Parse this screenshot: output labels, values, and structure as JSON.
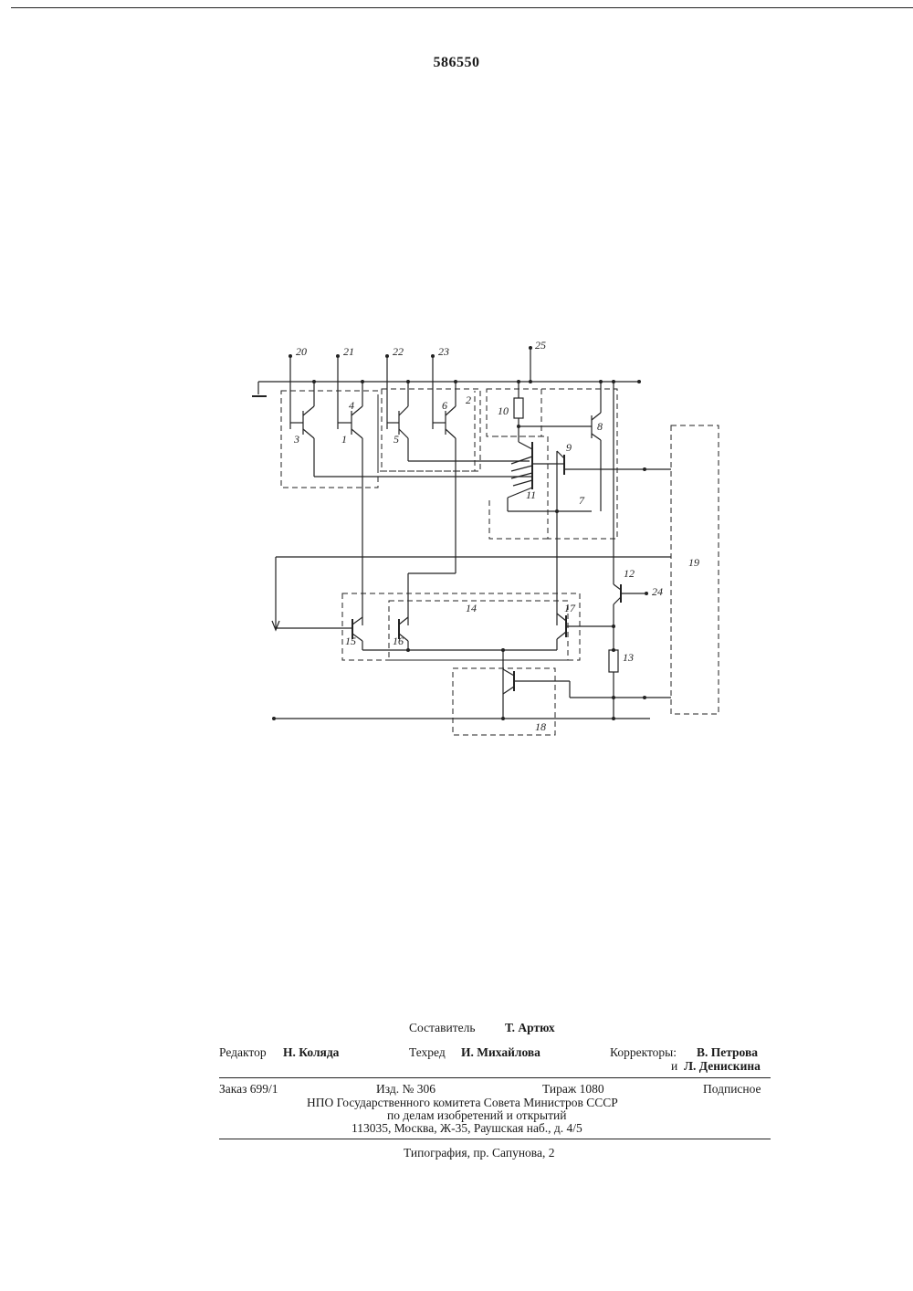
{
  "patent_number": "586550",
  "diagram": {
    "labels": [
      "20",
      "21",
      "22",
      "23",
      "25",
      "2",
      "10",
      "3",
      "1",
      "4",
      "5",
      "6",
      "8",
      "9",
      "11",
      "7",
      "19",
      "12",
      "24",
      "14",
      "15",
      "16",
      "17",
      "13",
      "18"
    ]
  },
  "colophon": {
    "compiler_label": "Составитель",
    "compiler_name": "Т. Артюх",
    "editor_label": "Редактор",
    "editor_name": "Н. Коляда",
    "techred_label": "Техред",
    "techred_name": "И. Михайлова",
    "correctors_label": "Корректоры:",
    "corrector_1": "В. Петрова",
    "corrector_2_prefix": "и",
    "corrector_2": "Л. Денискина",
    "order": "Заказ 699/1",
    "edition": "Изд. № 306",
    "circulation": "Тираж 1080",
    "subscription": "Подписное",
    "publisher_line_1": "НПО Государственного комитета Совета Министров СССР",
    "publisher_line_2": "по делам изобретений и открытий",
    "publisher_line_3": "113035, Москва, Ж-35, Раушская наб., д. 4/5",
    "printer": "Типография, пр. Сапунова, 2"
  }
}
